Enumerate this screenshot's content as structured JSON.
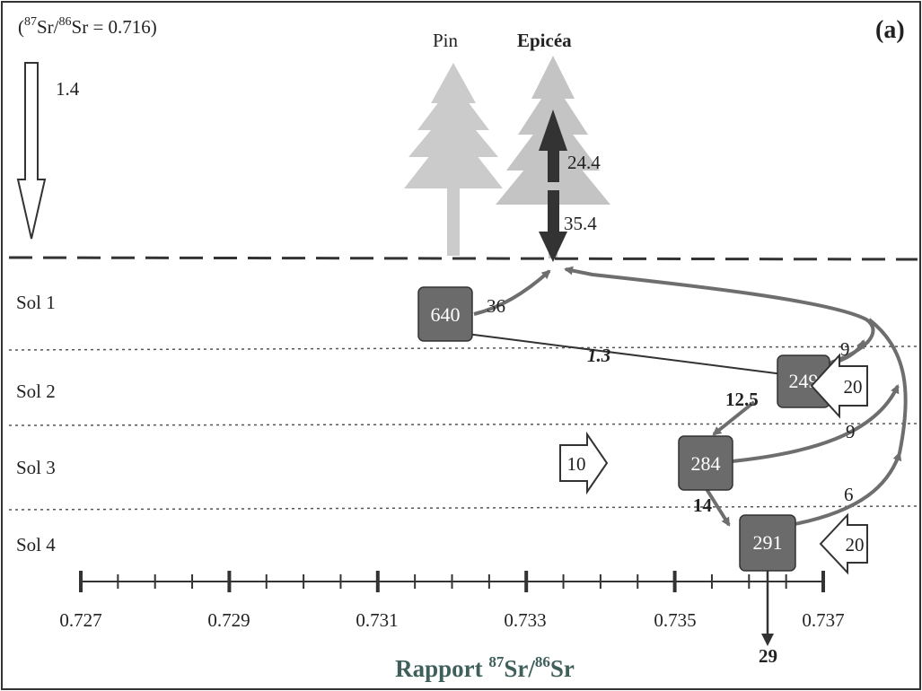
{
  "header": {
    "ratio_note": {
      "iso_a": "87",
      "el_a": "Sr/",
      "iso_b": "86",
      "el_b": "Sr = 0.716)",
      "open": "("
    },
    "panel_label": "(a)",
    "input_flux": "1.4"
  },
  "trees": {
    "pine": "Pin",
    "spruce": "Epicéa"
  },
  "uptake": {
    "up": "24.4",
    "down": "35.4"
  },
  "layers": [
    "Sol 1",
    "Sol 2",
    "Sol 3",
    "Sol 4"
  ],
  "pools": {
    "sol1": "640",
    "sol2": "249",
    "sol3": "284",
    "sol4": "291"
  },
  "fluxes": {
    "sol1_up": "36",
    "sol1_to_sol2": "1.3",
    "sol2_to_sol3": "12.5",
    "sol3_to_sol4": "14",
    "sol4_out": "29",
    "return_sol2": "9",
    "return_sol3": "9",
    "return_sol4": "6"
  },
  "weathering": {
    "sol2": "20",
    "sol3": "10",
    "sol4": "20"
  },
  "axis": {
    "ticks": [
      "0.727",
      "0.729",
      "0.731",
      "0.733",
      "0.735",
      "0.737"
    ],
    "title_prefix": "Rapport ",
    "iso_a": "87",
    "mid": "Sr/",
    "iso_b": "86",
    "suffix": "Sr"
  },
  "colors": {
    "box_fill": "#6b6b6b",
    "arrow_gray": "#6e6e6e",
    "tree_gray": "#c9c9c9"
  }
}
